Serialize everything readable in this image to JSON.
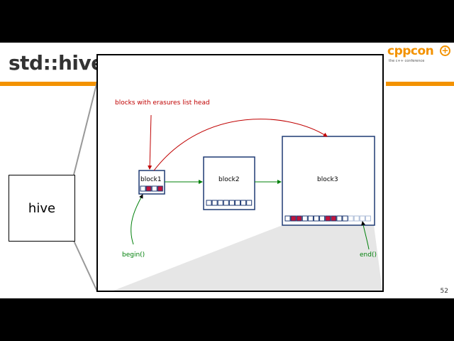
{
  "slide": {
    "title": "std::hive",
    "page_number": "52",
    "logo": {
      "word": "cppcon",
      "plus": "+",
      "tagline": "the c++ conference"
    },
    "colors": {
      "accent": "#f39200",
      "block_border": "#1f3a73",
      "erased_fill": "#c0143c",
      "faded_slot": "#a9b9d6",
      "annotation_red": "#c00000",
      "annotation_green": "#00800a"
    }
  },
  "overview": {
    "label": "hive"
  },
  "diagram": {
    "annotation_head": "blocks with erasures list head",
    "annotation_begin": "begin()",
    "annotation_end": "end()",
    "blocks": [
      {
        "label": "block1",
        "slots": [
          "empty",
          "erased",
          "empty",
          "erased"
        ]
      },
      {
        "label": "block2",
        "slots": [
          "empty",
          "empty",
          "empty",
          "empty",
          "empty",
          "empty",
          "empty",
          "empty"
        ]
      },
      {
        "label": "block3",
        "slots": [
          "empty",
          "erased",
          "erased",
          "empty",
          "empty",
          "empty",
          "empty",
          "erased",
          "erased",
          "empty",
          "empty",
          "faded",
          "faded",
          "faded",
          "faded"
        ]
      }
    ]
  }
}
